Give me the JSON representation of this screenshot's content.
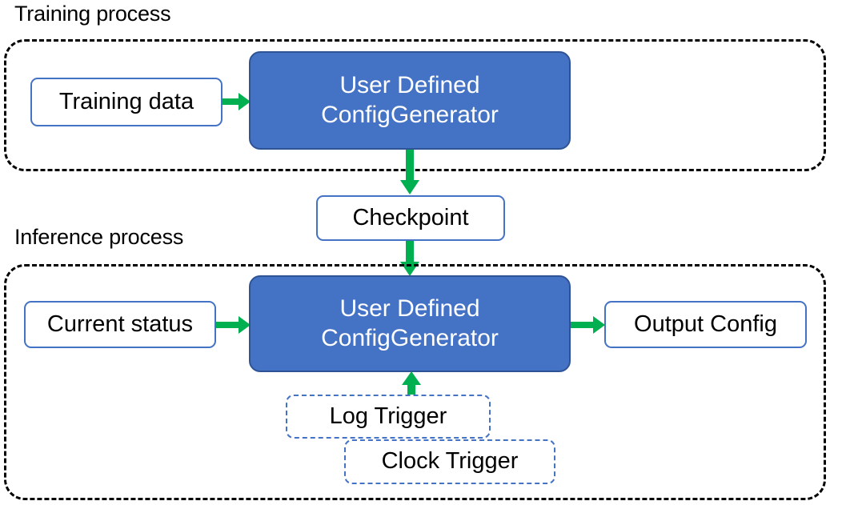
{
  "diagram": {
    "title_training": "Training process",
    "title_inference": "Inference process",
    "colors": {
      "process_fill": "#4472C4",
      "process_border": "#2F5496",
      "node_border": "#4472C4",
      "arrow": "#00B050",
      "group_border": "#000000",
      "text_dark": "#000000",
      "text_light": "#FFFFFF"
    },
    "training": {
      "group_label": "Training process",
      "input_node": "Training data",
      "process_line1": "User Defined",
      "process_line2": "ConfigGenerator"
    },
    "checkpoint": {
      "label": "Checkpoint"
    },
    "inference": {
      "group_label": "Inference process",
      "input_node": "Current status",
      "process_line1": "User Defined",
      "process_line2": "ConfigGenerator",
      "output_node": "Output Config",
      "triggers": [
        {
          "label": "Log Trigger"
        },
        {
          "label": "Clock Trigger"
        }
      ]
    },
    "arrows": [
      {
        "name": "training-data-to-process",
        "direction": "right"
      },
      {
        "name": "training-process-to-checkpoint",
        "direction": "down"
      },
      {
        "name": "checkpoint-to-inference-process",
        "direction": "down"
      },
      {
        "name": "current-status-to-process",
        "direction": "right"
      },
      {
        "name": "process-to-output-config",
        "direction": "right"
      },
      {
        "name": "triggers-to-process",
        "direction": "up"
      }
    ]
  }
}
